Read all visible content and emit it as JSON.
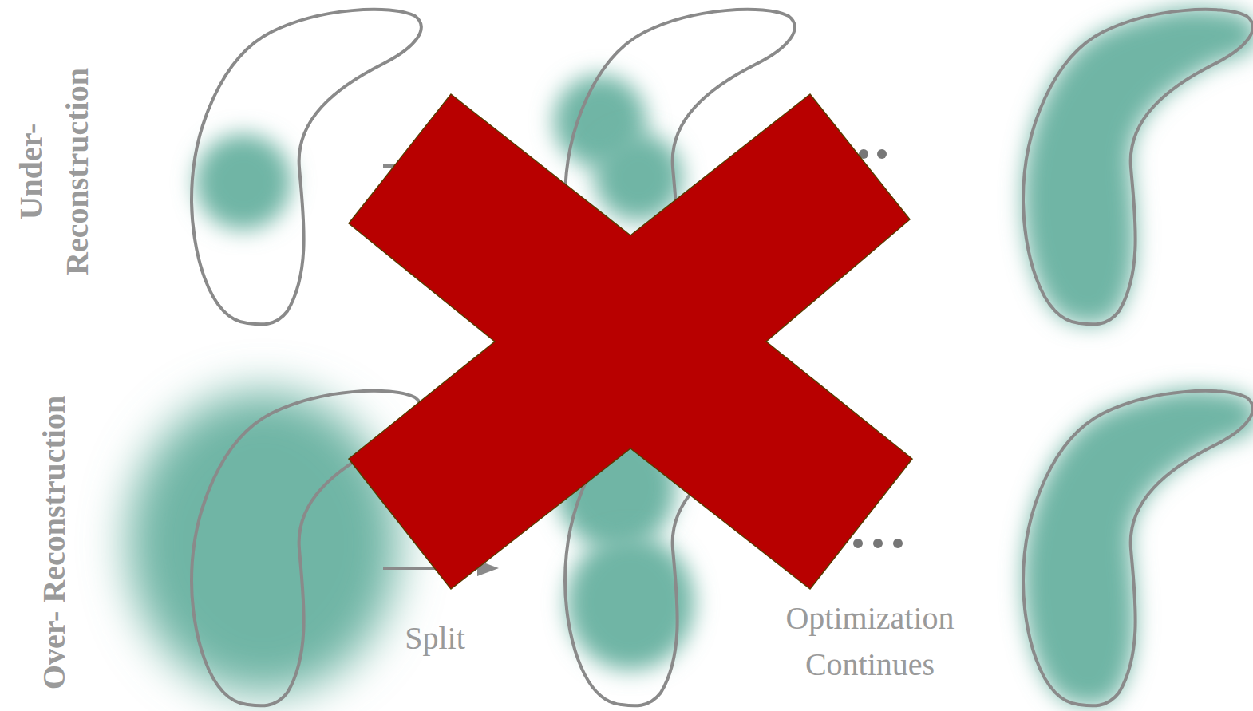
{
  "diagram": {
    "labels": [
      "Under- Reconstruction",
      "Over- Reconstruction",
      "Split",
      "Optimization Continues"
    ]
  }
}
